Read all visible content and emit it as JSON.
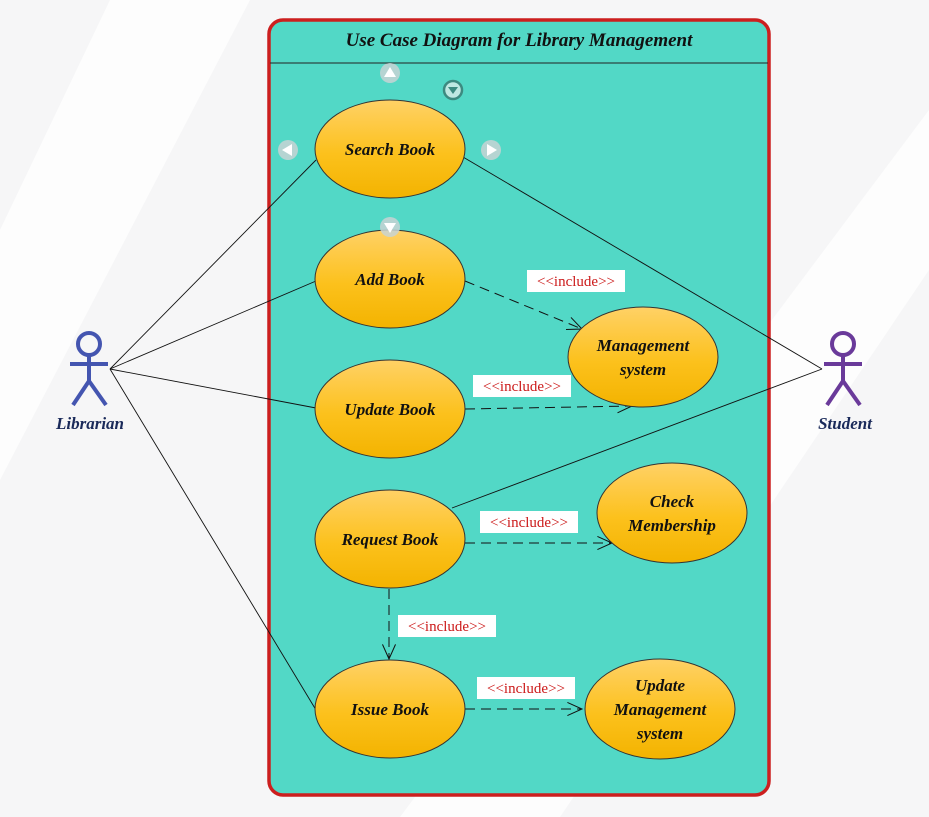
{
  "diagram": {
    "title": "Use Case Diagram for Library Management",
    "colors": {
      "boundary_fill": "#52d8c6",
      "boundary_stroke": "#cc1f1f",
      "usecase_top": "#ffd166",
      "usecase_bottom": "#f8bb0a",
      "librarian": "#4455b0",
      "student": "#6a3a9a",
      "include_text": "#cc1a1a",
      "background": "#f6f6f7"
    },
    "actors": [
      {
        "id": "librarian",
        "label": "Librarian"
      },
      {
        "id": "student",
        "label": "Student"
      }
    ],
    "use_cases": [
      {
        "id": "search",
        "lines": [
          "Search Book"
        ]
      },
      {
        "id": "add",
        "lines": [
          "Add Book"
        ]
      },
      {
        "id": "update",
        "lines": [
          "Update Book"
        ]
      },
      {
        "id": "request",
        "lines": [
          "Request Book"
        ]
      },
      {
        "id": "issue",
        "lines": [
          "Issue Book"
        ]
      },
      {
        "id": "mgmt",
        "lines": [
          "Management",
          "system"
        ]
      },
      {
        "id": "check",
        "lines": [
          "Check",
          "Membership"
        ]
      },
      {
        "id": "updmgmt",
        "lines": [
          "Update",
          "Management",
          "system"
        ]
      }
    ],
    "associations": [
      {
        "from": "librarian",
        "to": "search"
      },
      {
        "from": "librarian",
        "to": "add"
      },
      {
        "from": "librarian",
        "to": "update"
      },
      {
        "from": "librarian",
        "to": "issue"
      },
      {
        "from": "student",
        "to": "search"
      },
      {
        "from": "student",
        "to": "request"
      }
    ],
    "includes": [
      {
        "from": "add",
        "to": "mgmt",
        "label": "<<include>>"
      },
      {
        "from": "update",
        "to": "mgmt",
        "label": "<<include>>"
      },
      {
        "from": "request",
        "to": "check",
        "label": "<<include>>"
      },
      {
        "from": "request",
        "to": "issue",
        "label": "<<include>>"
      },
      {
        "from": "issue",
        "to": "updmgmt",
        "label": "<<include>>"
      }
    ],
    "selection_handles": [
      "arrow-up",
      "arrow-left",
      "arrow-right",
      "arrow-down",
      "dropdown"
    ]
  }
}
